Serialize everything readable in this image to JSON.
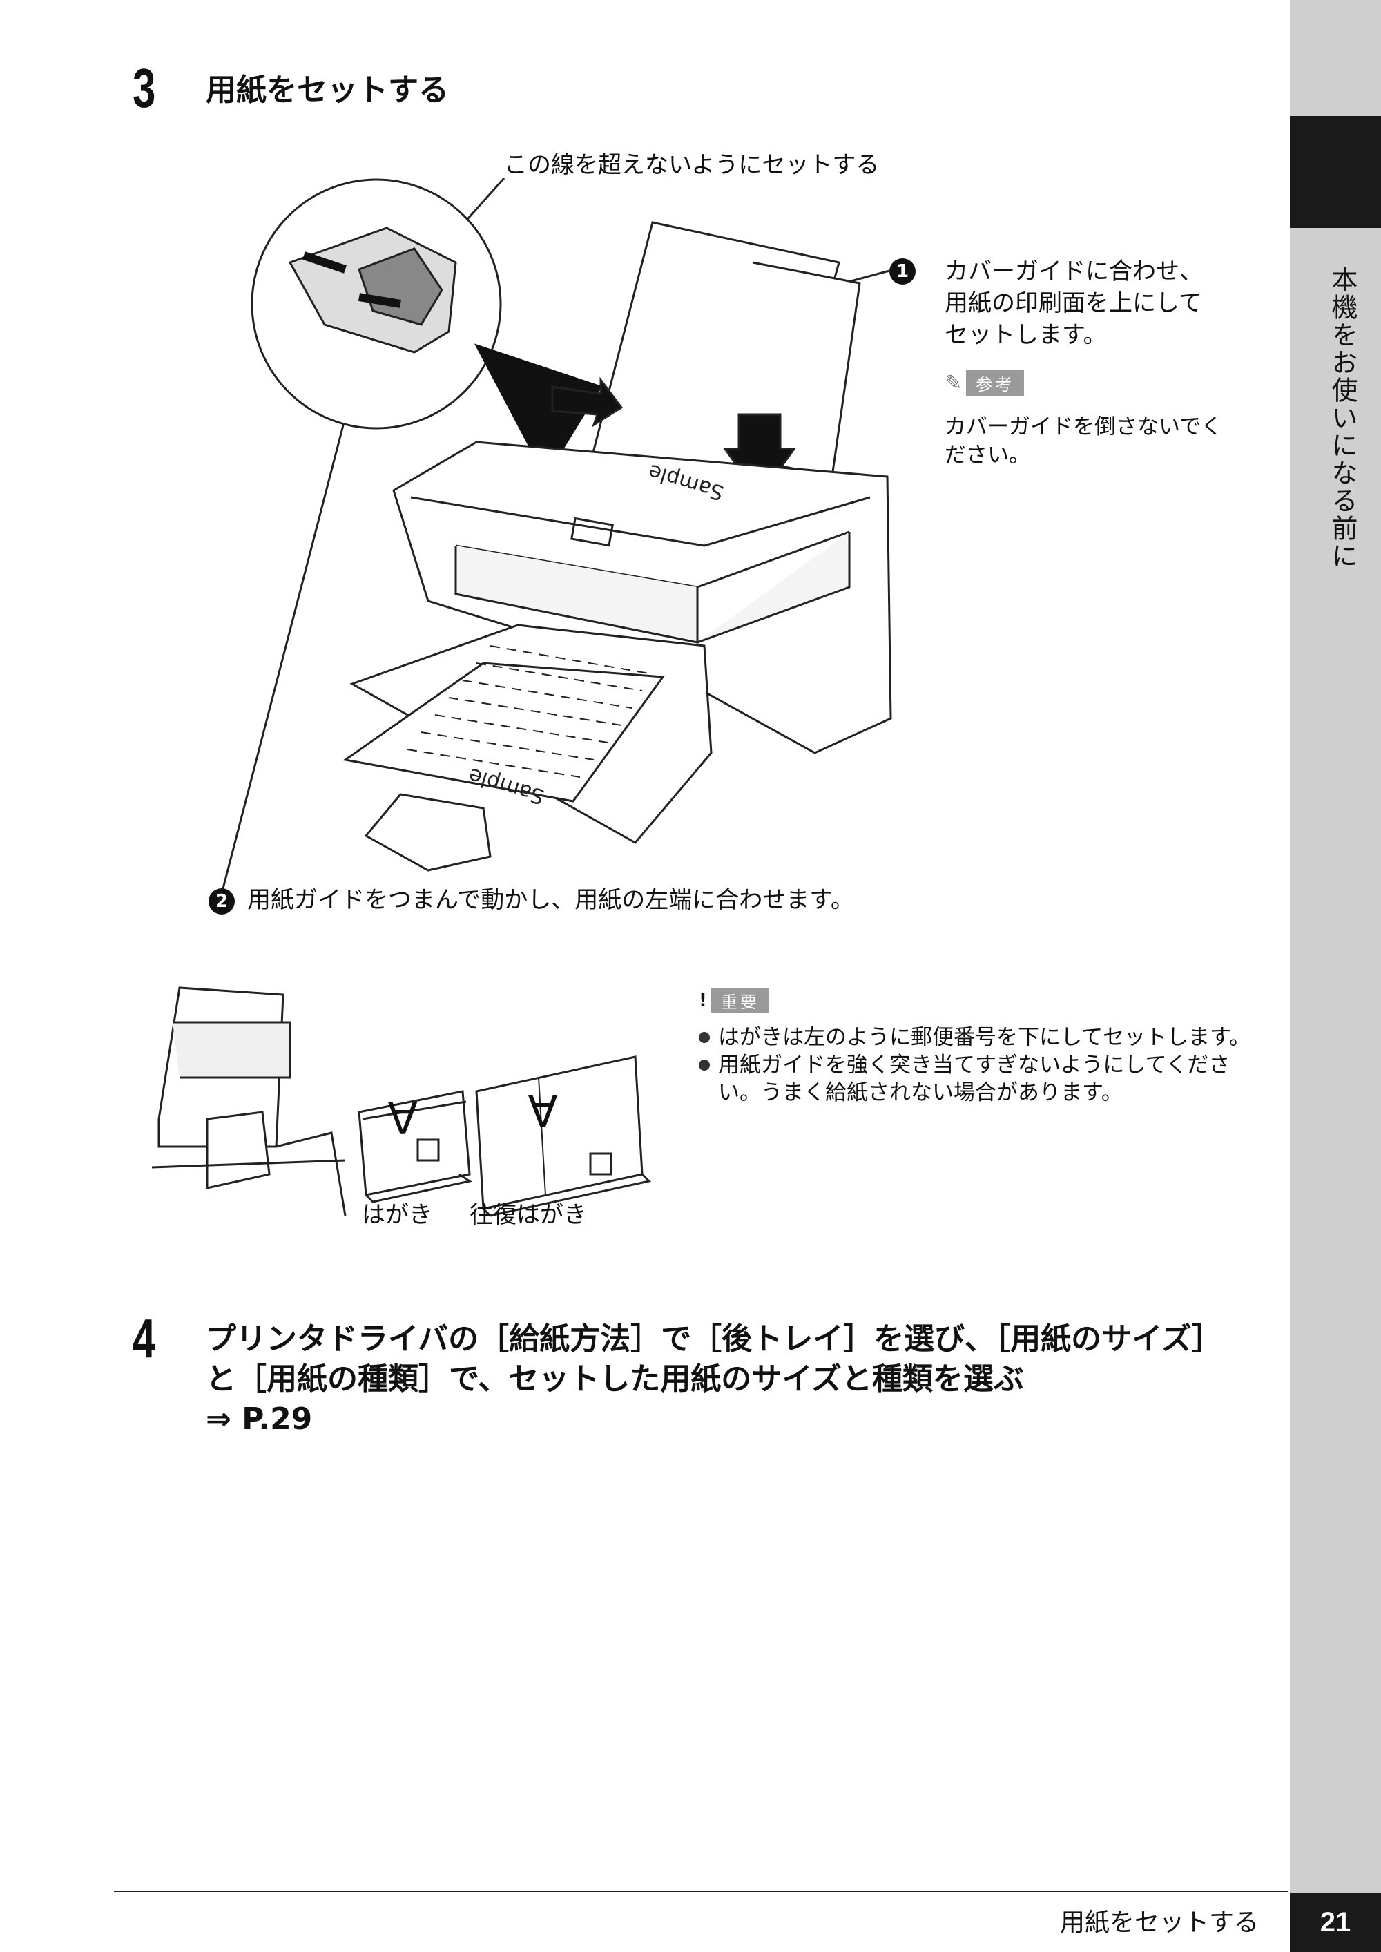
{
  "sidebar": {
    "chapter_label": "本機をお使いになる前に"
  },
  "step3": {
    "number": "3",
    "title": "用紙をセットする",
    "line_note": "この線を超えないようにセットする",
    "callout1": {
      "num": "1",
      "lines": [
        "カバーガイドに合わせ、",
        "用紙の印刷面を上にして",
        "セットします。"
      ]
    },
    "reference_label": "参考",
    "reference_text": [
      "カバーガイドを倒さないでく",
      "ださい。"
    ],
    "callout2": {
      "num": "2",
      "text": "用紙ガイドをつまんで動かし、用紙の左端に合わせます。"
    },
    "sample_text": "Sample",
    "postcard_label": "はがき",
    "return_postcard_label": "往復はがき",
    "postcard_letter": "A",
    "important_label": "重要",
    "important_items": [
      "はがきは左のように郵便番号を下にしてセットします。",
      "用紙ガイドを強く突き当てすぎないようにしてくださ\nい。うまく給紙されない場合があります。"
    ]
  },
  "step4": {
    "number": "4",
    "title_lines": [
      "プリンタドライバの［給紙方法］で［後トレイ］を選び、［用紙のサイズ］",
      "と［用紙の種類］で、セットした用紙のサイズと種類を選ぶ",
      "⇒ P.29"
    ]
  },
  "footer": {
    "section": "用紙をセットする",
    "page_number": "21"
  },
  "colors": {
    "sidebar": "#cfcfcf",
    "sidebar_block": "#1a1a1a",
    "tag": "#9a9a9a"
  }
}
